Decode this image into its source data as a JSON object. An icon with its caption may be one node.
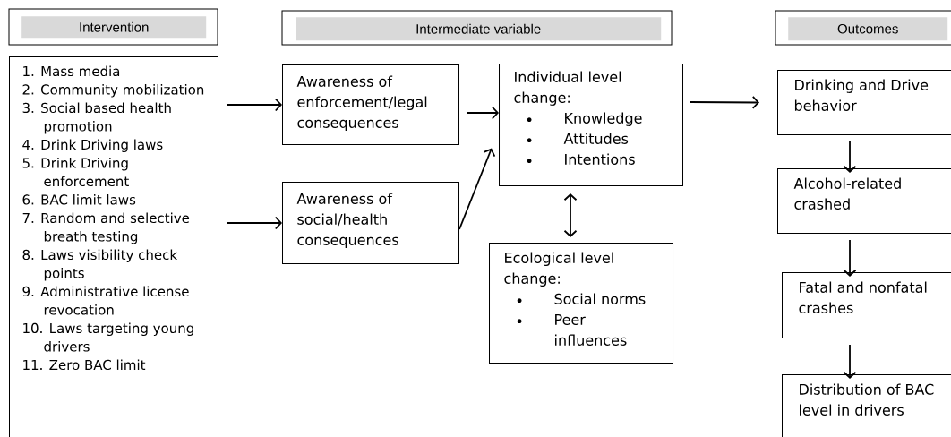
{
  "diagram": {
    "nodes": [
      {
        "text": [
          "Intervention"
        ]
      },
      {
        "text": [
          "Intermediate variable"
        ]
      },
      {
        "text": [
          "Outcomes"
        ]
      },
      {
        "text": [
          "1. Mass media",
          "2. Community mobilization",
          "3. Social based health promotion",
          "4. Drink Driving laws",
          "5. Drink Driving enforcement",
          "6. BAC limit laws",
          "7. Random and selective breath testing",
          "8. Laws visibility check points",
          "9. Administrative license revocation",
          "10. Laws targeting young drivers",
          "11. Zero BAC limit"
        ]
      },
      {
        "text": [
          "Awareness of enforcement/legal consequences"
        ]
      },
      {
        "text": [
          "Awareness of social/health consequences"
        ]
      },
      {
        "text": [
          "Individual level change:",
          "Knowledge",
          "Attitudes",
          "Intentions"
        ]
      },
      {
        "text": [
          "Ecological level change:",
          "Social norms",
          "Peer influences"
        ]
      },
      {
        "text": [
          "Drinking and Drive behavior"
        ]
      },
      {
        "text": [
          "Alcohol-related crashed"
        ]
      },
      {
        "text": [
          "Fatal and nonfatal crashes"
        ]
      },
      {
        "text": [
          "Distribution of BAC level in drivers"
        ]
      }
    ],
    "edges": [
      {
        "from": 3,
        "to": 4,
        "arrow": "to"
      },
      {
        "from": 3,
        "to": 5,
        "arrow": "to"
      },
      {
        "from": 4,
        "to": 6,
        "arrow": "to"
      },
      {
        "from": 5,
        "to": 6,
        "arrow": "to"
      },
      {
        "from": 6,
        "to": 7,
        "arrow": "both"
      },
      {
        "from": 6,
        "to": 8,
        "arrow": "to"
      },
      {
        "from": 8,
        "to": 9,
        "arrow": "to"
      },
      {
        "from": 9,
        "to": 10,
        "arrow": "to"
      },
      {
        "from": 10,
        "to": 11,
        "arrow": "to"
      }
    ]
  }
}
